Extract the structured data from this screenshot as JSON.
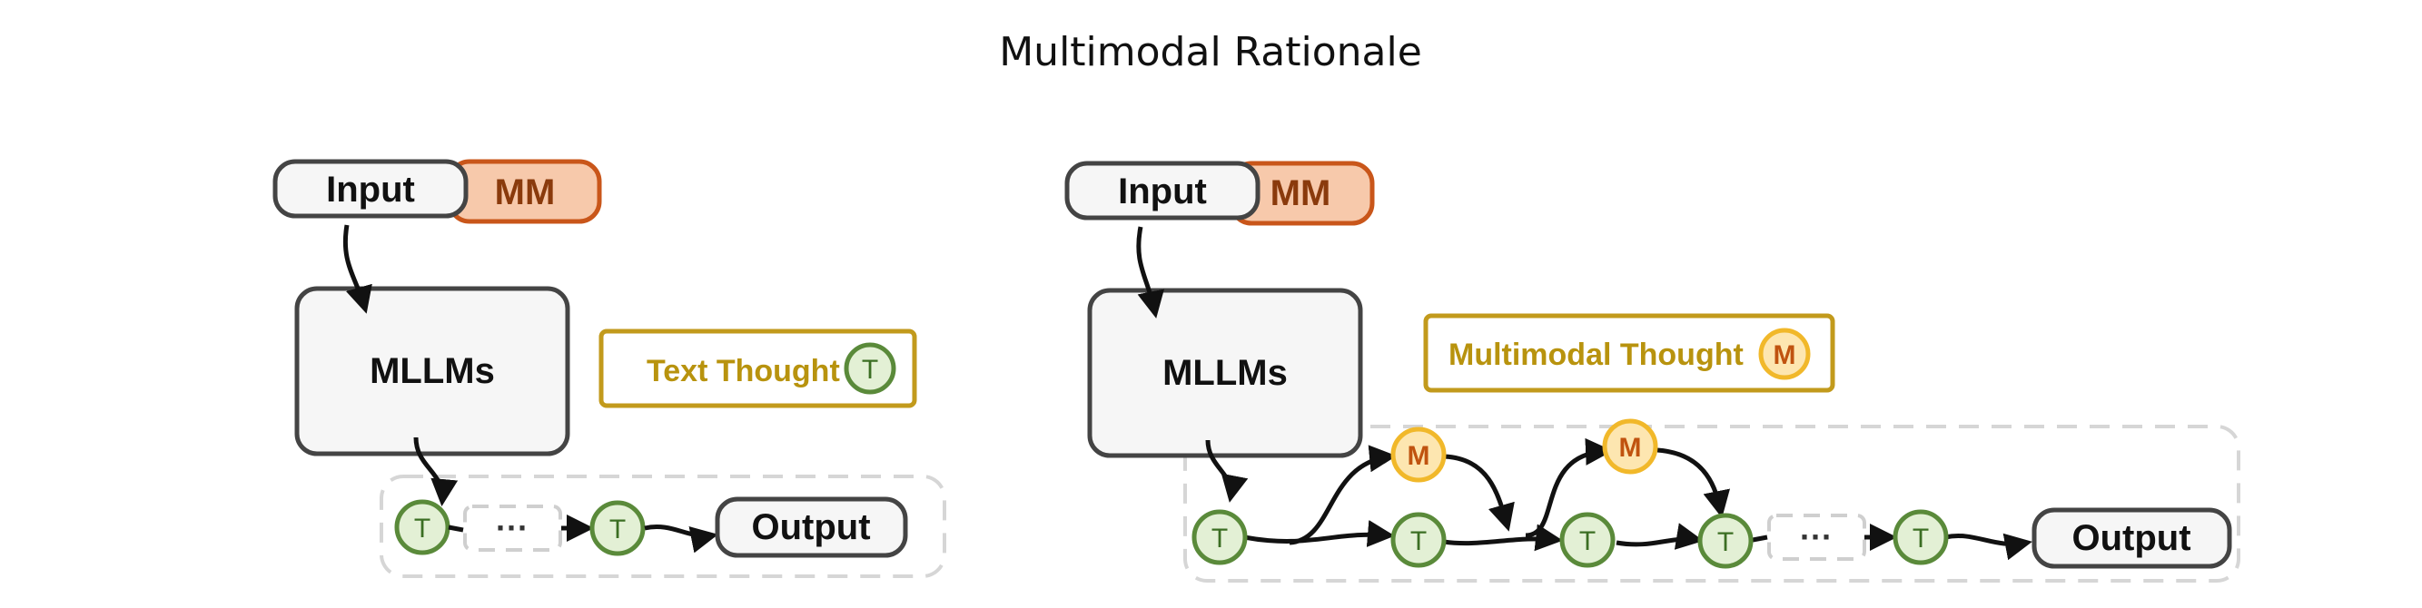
{
  "title": "Multimodal Rationale",
  "left_panel": {
    "input_label": "Input",
    "mm_label": "MM",
    "model_label": "MLLMs",
    "legend_label": "Text Thought",
    "legend_node": "T",
    "chain_nodes": [
      "T",
      "T"
    ],
    "ellipsis": "···",
    "output_label": "Output"
  },
  "right_panel": {
    "input_label": "Input",
    "mm_label": "MM",
    "model_label": "MLLMs",
    "legend_label": "Multimodal Thought",
    "legend_node": "M",
    "text_nodes": [
      "T",
      "T",
      "T",
      "T",
      "T"
    ],
    "mm_nodes": [
      "M",
      "M"
    ],
    "ellipsis": "···",
    "output_label": "Output"
  },
  "colors": {
    "box_fill": "#f6f6f6",
    "box_stroke": "#444444",
    "mm_fill": "#f7c9ab",
    "mm_stroke": "#c9561a",
    "thought_node_fill": "#e3f0d5",
    "thought_node_stroke": "#5a8a3a",
    "mm_node_fill": "#fde6b0",
    "mm_node_stroke": "#f1b82a",
    "legend_stroke": "#c29a1c",
    "dashed": "#d6d6d6"
  }
}
